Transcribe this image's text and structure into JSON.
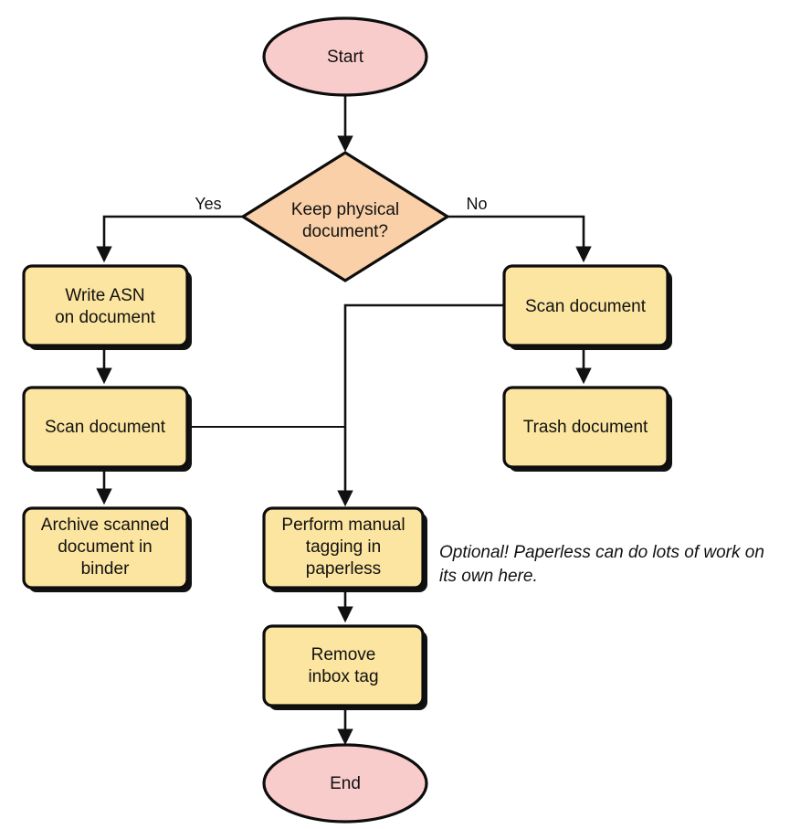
{
  "diagram": {
    "title": "Paperless document workflow flowchart",
    "type": "flowchart",
    "colors": {
      "terminal_fill": "#f9cccc",
      "decision_fill": "#fad0a8",
      "process_fill": "#fce5a0",
      "stroke": "#0d0d0d",
      "text": "#111111",
      "background": "#ffffff"
    },
    "nodes": [
      {
        "id": "start",
        "shape": "ellipse",
        "lines": [
          "Start"
        ]
      },
      {
        "id": "decision",
        "shape": "diamond",
        "lines": [
          "Keep physical",
          "document?"
        ]
      },
      {
        "id": "write_asn",
        "shape": "process",
        "lines": [
          "Write ASN",
          "on document"
        ]
      },
      {
        "id": "scan_left",
        "shape": "process",
        "lines": [
          "Scan document"
        ]
      },
      {
        "id": "archive",
        "shape": "process",
        "lines": [
          "Archive scanned",
          "document in",
          "binder"
        ]
      },
      {
        "id": "scan_right",
        "shape": "process",
        "lines": [
          "Scan document"
        ]
      },
      {
        "id": "trash",
        "shape": "process",
        "lines": [
          "Trash document"
        ]
      },
      {
        "id": "manual_tag",
        "shape": "process",
        "lines": [
          "Perform manual",
          "tagging in",
          "paperless"
        ]
      },
      {
        "id": "remove_inbox",
        "shape": "process",
        "lines": [
          "Remove",
          "inbox tag"
        ]
      },
      {
        "id": "end",
        "shape": "ellipse",
        "lines": [
          "End"
        ]
      }
    ],
    "edge_labels": [
      {
        "id": "yes",
        "text": "Yes"
      },
      {
        "id": "no",
        "text": "No"
      }
    ],
    "annotations": [
      {
        "id": "optional-note",
        "lines": [
          "Optional! Paperless can do lots of work on",
          "its own here."
        ]
      }
    ]
  }
}
